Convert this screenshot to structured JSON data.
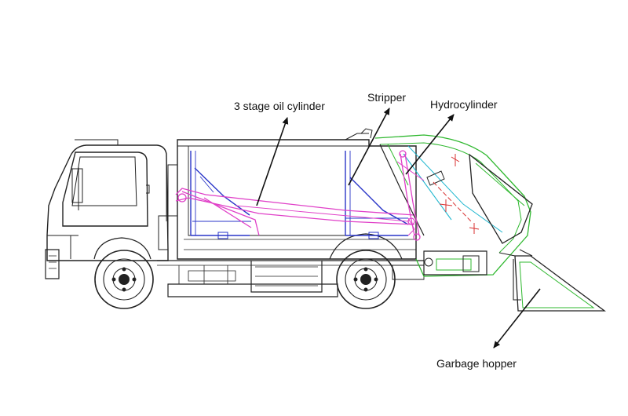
{
  "labels": {
    "oil_cylinder": "3 stage oil cylinder",
    "stripper": "Stripper",
    "hydrocylinder": "Hydrocylinder",
    "garbage_hopper": "Garbage hopper"
  },
  "colors": {
    "outline": "#222222",
    "frame_blue": "#2a36c8",
    "cylinder_magenta": "#e040c8",
    "tailgate_green": "#2fb82f",
    "cyan_part": "#22b8d0",
    "red_mark": "#d83030",
    "background": "#ffffff"
  },
  "icons": [
    "arrow-icon"
  ]
}
